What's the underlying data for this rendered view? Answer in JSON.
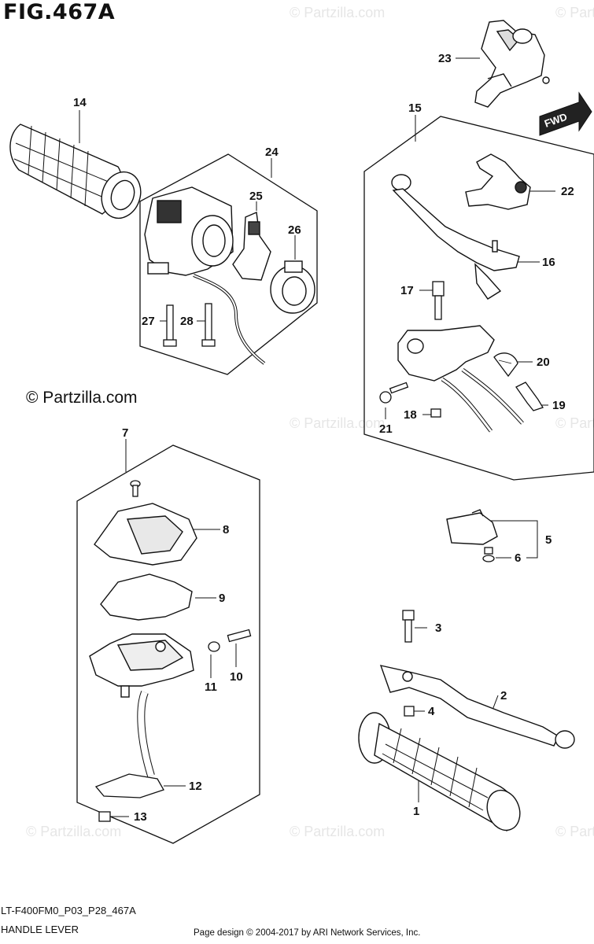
{
  "figure": {
    "title": "FIG.467A",
    "copyright": "© Partzilla.com",
    "watermark": "© Partzilla.com",
    "model_code": "LT-F400FM0_P03_P28_467A",
    "caption": "HANDLE LEVER",
    "page_design": "Page design © 2004-2017 by ARI Network Services, Inc.",
    "direction_label": "FWD"
  },
  "callouts": {
    "c1": "1",
    "c2": "2",
    "c3": "3",
    "c4": "4",
    "c5": "5",
    "c6": "6",
    "c7": "7",
    "c8": "8",
    "c9": "9",
    "c10": "10",
    "c11": "11",
    "c12": "12",
    "c13": "13",
    "c14": "14",
    "c15": "15",
    "c16": "16",
    "c17": "17",
    "c18": "18",
    "c19": "19",
    "c20": "20",
    "c21": "21",
    "c22": "22",
    "c23": "23",
    "c24": "24",
    "c25": "25",
    "c26": "26",
    "c27": "27",
    "c28": "28"
  }
}
